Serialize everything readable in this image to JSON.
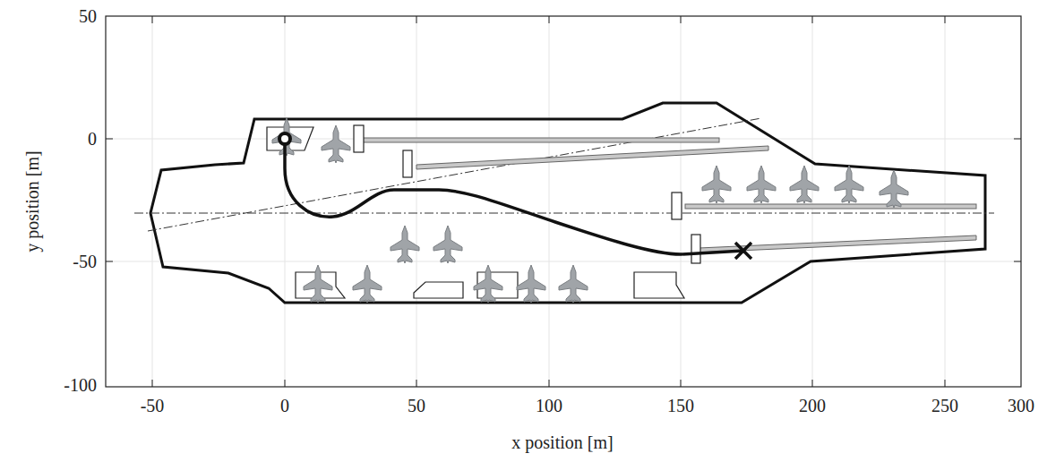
{
  "diagram": {
    "labels": [
      "50",
      "0",
      "-50",
      "-100",
      "-50",
      "0",
      "50",
      "100",
      "150",
      "200",
      "250",
      "300",
      "x position [m]",
      "y position [m]"
    ]
  }
}
